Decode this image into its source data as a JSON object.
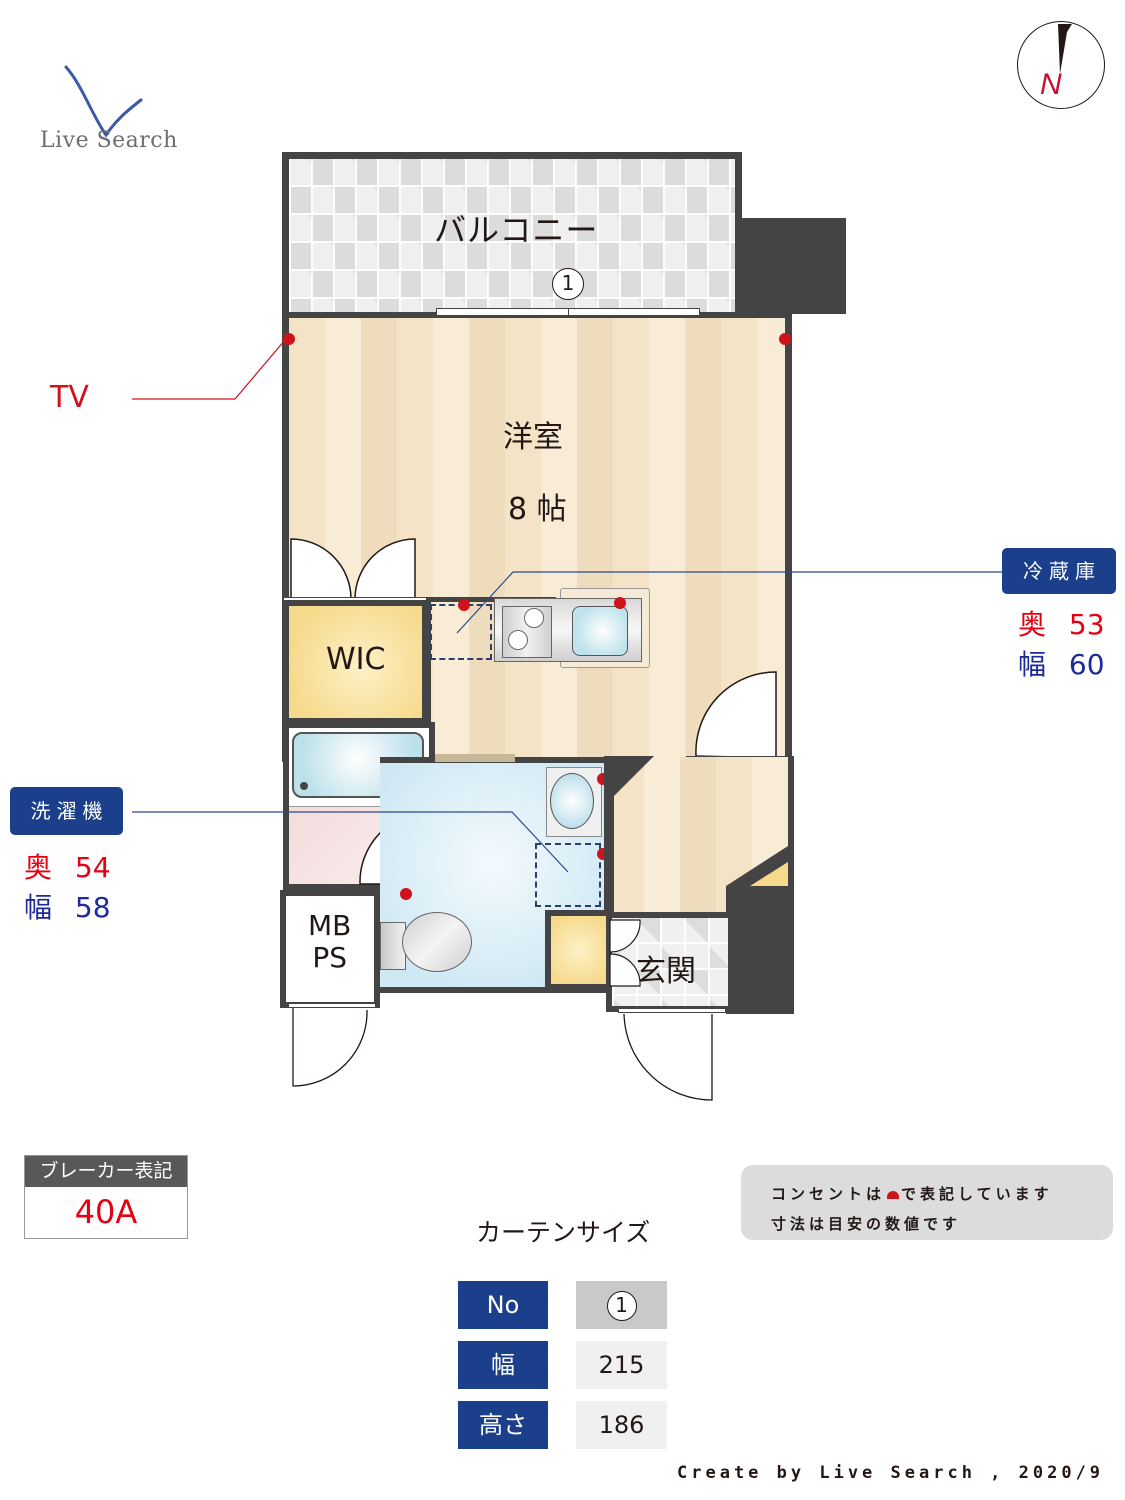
{
  "logo": {
    "text": "Live Search",
    "accent_color": "#3a5aa8"
  },
  "compass": {
    "label": "N",
    "label_color": "#c8102e"
  },
  "floorplan": {
    "rooms": {
      "balcony": {
        "label": "バルコニー"
      },
      "western_room": {
        "label": "洋室",
        "size": "8 帖"
      },
      "wic": {
        "label": "WIC"
      },
      "mbps": {
        "line1": "MB",
        "line2": "PS"
      },
      "entrance": {
        "label": "玄関"
      }
    },
    "curtain_marker": "1",
    "tv_label": "TV",
    "outlet_color": "#d0121b"
  },
  "callouts": {
    "fridge": {
      "label": "冷蔵庫",
      "depth_label": "奥",
      "depth": "53",
      "width_label": "幅",
      "width": "60"
    },
    "washer": {
      "label": "洗濯機",
      "depth_label": "奥",
      "depth": "54",
      "width_label": "幅",
      "width": "58"
    }
  },
  "breaker": {
    "header": "ブレーカー表記",
    "value": "40A"
  },
  "note": {
    "line1_before": "コンセントは",
    "line1_after": "で表記しています",
    "line2": "寸法は目安の数値です"
  },
  "curtain": {
    "title": "カーテンサイズ",
    "rows": [
      {
        "header": "No",
        "value": "1"
      },
      {
        "header": "幅",
        "value": "215"
      },
      {
        "header": "高さ",
        "value": "186"
      }
    ]
  },
  "credit": "Create by Live Search , 2020/9",
  "colors": {
    "badge_blue": "#1b3f8b",
    "depth_red": "#e60012",
    "width_blue": "#1d2b9a",
    "wall": "#444444"
  }
}
